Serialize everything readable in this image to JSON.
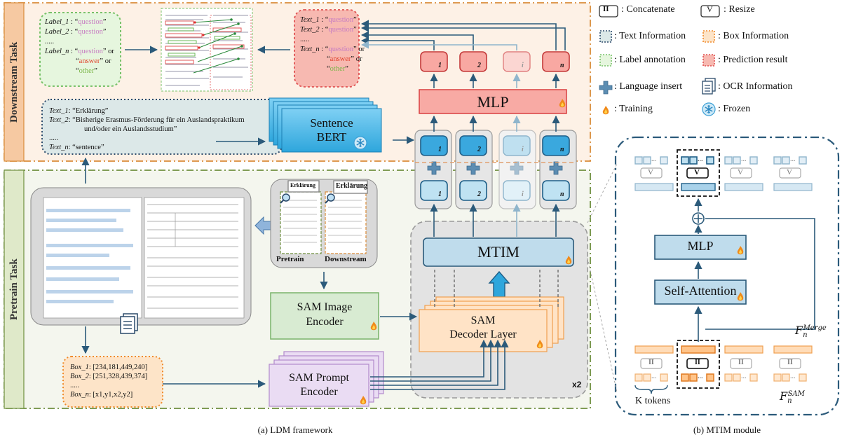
{
  "legend": {
    "concatenate": ": Concatenate",
    "resize": ": Resize",
    "text_info": ": Text Information",
    "box_info": ": Box Information",
    "label_annotation": ": Label annotation",
    "prediction_result": ": Prediction result",
    "language_insert": ": Language insert",
    "ocr_info": ": OCR Information",
    "training": ": Training",
    "frozen": ": Frozen",
    "concat_symbol": "II",
    "resize_symbol": "V"
  },
  "sections": {
    "downstream": "Downstream Task",
    "pretrain": "Pretrain Task"
  },
  "labels_box": {
    "line1_key": "Label_1",
    "line1_val": "question",
    "line2_key": "Label_2",
    "line2_val": "question",
    "dots": ".....",
    "line3_key": "Label_n",
    "line3_val1": "question",
    "line3_or": "or",
    "line3_val2": "answer",
    "line3_val3": "other"
  },
  "pred_box": {
    "line1_key": "Text_1",
    "line1_val": "question",
    "line2_key": "Text_2",
    "line2_val": "question",
    "dots": ".....",
    "line3_key": "Text_n",
    "line3_val1": "question",
    "line3_or": "or",
    "line3_val2": "answer",
    "line3_val3": "other"
  },
  "text_box": {
    "line1_key": "Text_1",
    "line1_val": ": “Erklärung”",
    "line2_key": "Text_2",
    "line2_val": ": “Bisherige Erasmus-Förderung für ein Auslandspraktikum",
    "line2b": "und/oder ein Auslandsstudium”",
    "dots": ".....",
    "line3_key": "Text_n",
    "line3_val": ": “sentence”"
  },
  "box_box": {
    "line1_key": "Box_1",
    "line1_val": ": [234,181,449,240]",
    "line2_key": "Box_2",
    "line2_val": ": [251,328,439,374]",
    "dots": ".....",
    "line3_key": "Box_n",
    "line3_val": ": [x1,y1,x2,y2]"
  },
  "modules": {
    "mlp_top": "MLP",
    "sentence_bert_1": "Sentence",
    "sentence_bert_2": "BERT",
    "mtim": "MTIM",
    "sam_image_1": "SAM Image",
    "sam_image_2": "Encoder",
    "sam_decoder_1": "SAM",
    "sam_decoder_2": "Decoder Layer",
    "sam_prompt_1": "SAM Prompt",
    "sam_prompt_2": "Encoder",
    "x2": "x2",
    "pretrain_label": "Pretrain",
    "downstream_label": "Downstream",
    "thumb_title_1": "Erklärung",
    "thumb_title_2": "Erklärung"
  },
  "tokens": {
    "t1": "1",
    "t2": "2",
    "ti": "i",
    "tn": "n"
  },
  "mtim_module": {
    "mlp": "MLP",
    "self_attention": "Self-Attention",
    "k_tokens": "K tokens",
    "f_merge_base": "F",
    "f_merge_sub": "n",
    "f_merge_sup": "Merge",
    "f_sam_base": "F",
    "f_sam_sub": "n",
    "f_sam_sup": "SAM",
    "resize_symbol": "V",
    "concat_symbol": "II",
    "dots": "...",
    "plus": "⊕"
  },
  "captions": {
    "left": "(a) LDM framework",
    "right": "(b) MTIM module"
  },
  "colors": {
    "downstream_bg": "#fdf1e6",
    "downstream_border": "#d98c3a",
    "pretrain_bg": "#f4f6ee",
    "pretrain_border": "#6f8f3f",
    "token_blue": "#2f9fd6",
    "prediction_red": "#f4b3ae",
    "orange_border": "#f0a050",
    "purple_border": "#b28acb",
    "green_border": "#79c26a",
    "arrow": "#2b5a7a"
  },
  "icons": {
    "flame": "flame-icon",
    "snowflake": "snowflake-icon",
    "plus": "language-insert-icon",
    "ocr": "ocr-icon",
    "search": "magnifier-icon",
    "swap": "double-arrow-icon"
  }
}
